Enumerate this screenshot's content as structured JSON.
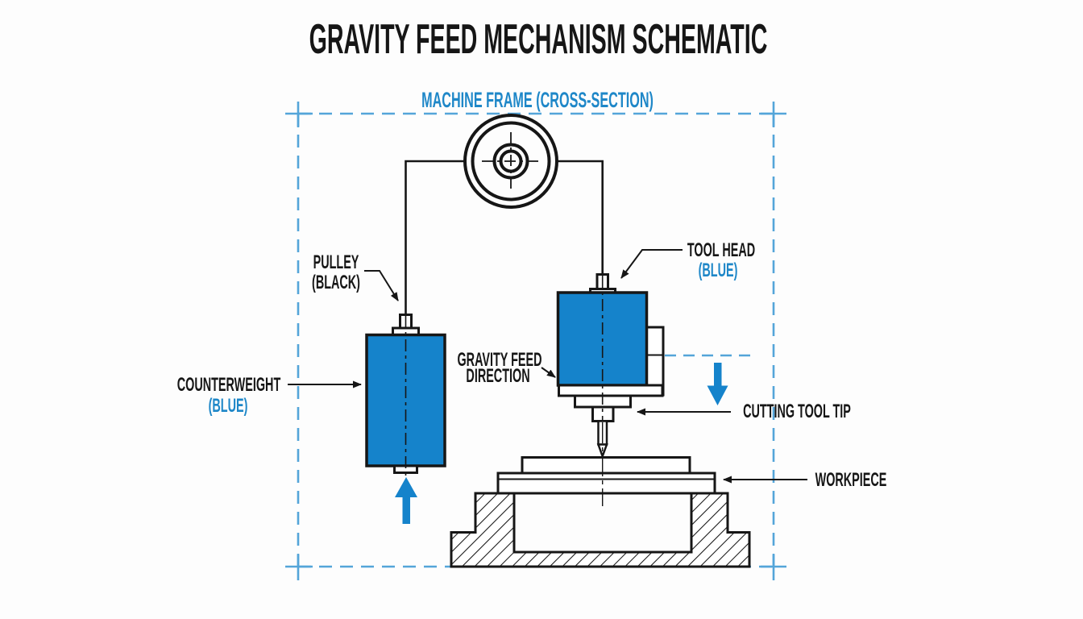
{
  "title": "GRAVITY FEED MECHANISM SCHEMATIC",
  "frame": {
    "label": "MACHINE FRAME (CROSS-SECTION)"
  },
  "labels": {
    "pulley_line1": "PULLEY",
    "pulley_line2": "(BLACK)",
    "counterweight_line1": "COUNTERWEIGHT",
    "counterweight_line2": "(BLUE)",
    "gravity_line1": "GRAVITY FEED",
    "gravity_line2": "DIRECTION",
    "tool_head_line1": "TOOL HEAD",
    "tool_head_line2": "(BLUE)",
    "cutting_tool_tip": "CUTTING TOOL TIP",
    "workpiece": "WORKPIECE"
  },
  "icons": {
    "counterweight_up_arrow": "up-arrow",
    "feed_direction_down_arrow": "down-arrow"
  },
  "colors": {
    "component_blue": "#1583cb",
    "label_blue": "#1e87c8",
    "frame_dash_blue": "#54a5d9",
    "line_black": "#161616",
    "background": "#fdfdfd"
  }
}
